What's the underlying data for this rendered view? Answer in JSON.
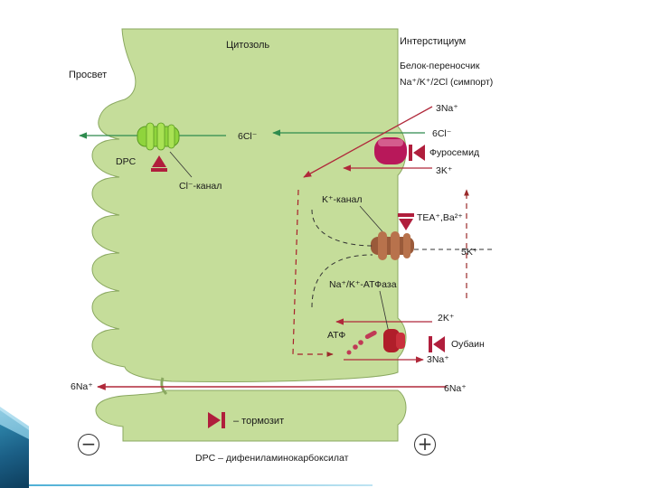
{
  "labels": {
    "cytosol": "Цитозоль",
    "interstitium": "Интерстициум",
    "lumen": "Просвет",
    "carrier_line1": "Белок-переносчик",
    "carrier_line2": "Na⁺/K⁺/2Cl  (симпорт)",
    "na3_top": "3Na⁺",
    "cl6_right": "6Cl⁻",
    "cl6_mid": "6Cl⁻",
    "furosemide": "Фуросемид",
    "k3": "3K⁺",
    "dpc": "DPC",
    "cl_channel": "Cl⁻-канал",
    "k_channel": "K⁺-канал",
    "tea": "TEA⁺,Ba²⁺",
    "k5": "5K⁺",
    "atpase": "Na⁺/K⁺-АТФаза",
    "k2": "2K⁺",
    "atp": "АТФ",
    "ouabain": "Оубаин",
    "na3_bottom": "3Na⁺",
    "na6_left": "6Na⁺",
    "na6_right": "6Na⁺",
    "inhibitor_legend": "– тормозит",
    "dpc_legend": "DPC – дифениламинокарбоксилат",
    "minus": "−",
    "plus": "+"
  },
  "colors": {
    "cell_fill": "#c5dd9a",
    "cell_stroke": "#8aa860",
    "arrow_green": "#2e8b4e",
    "arrow_red": "#b0283a",
    "inhibitor": "#b01e3c",
    "carrier": "#b8185a",
    "cl_channel": "#8fd43c",
    "k_channel": "#9a5a3a",
    "atpase": "#b01e2a"
  },
  "icons": [
    "inhibitor-icon",
    "symporter-icon",
    "chloride-channel-icon",
    "potassium-channel-icon",
    "atpase-icon",
    "atp-chain-icon"
  ]
}
